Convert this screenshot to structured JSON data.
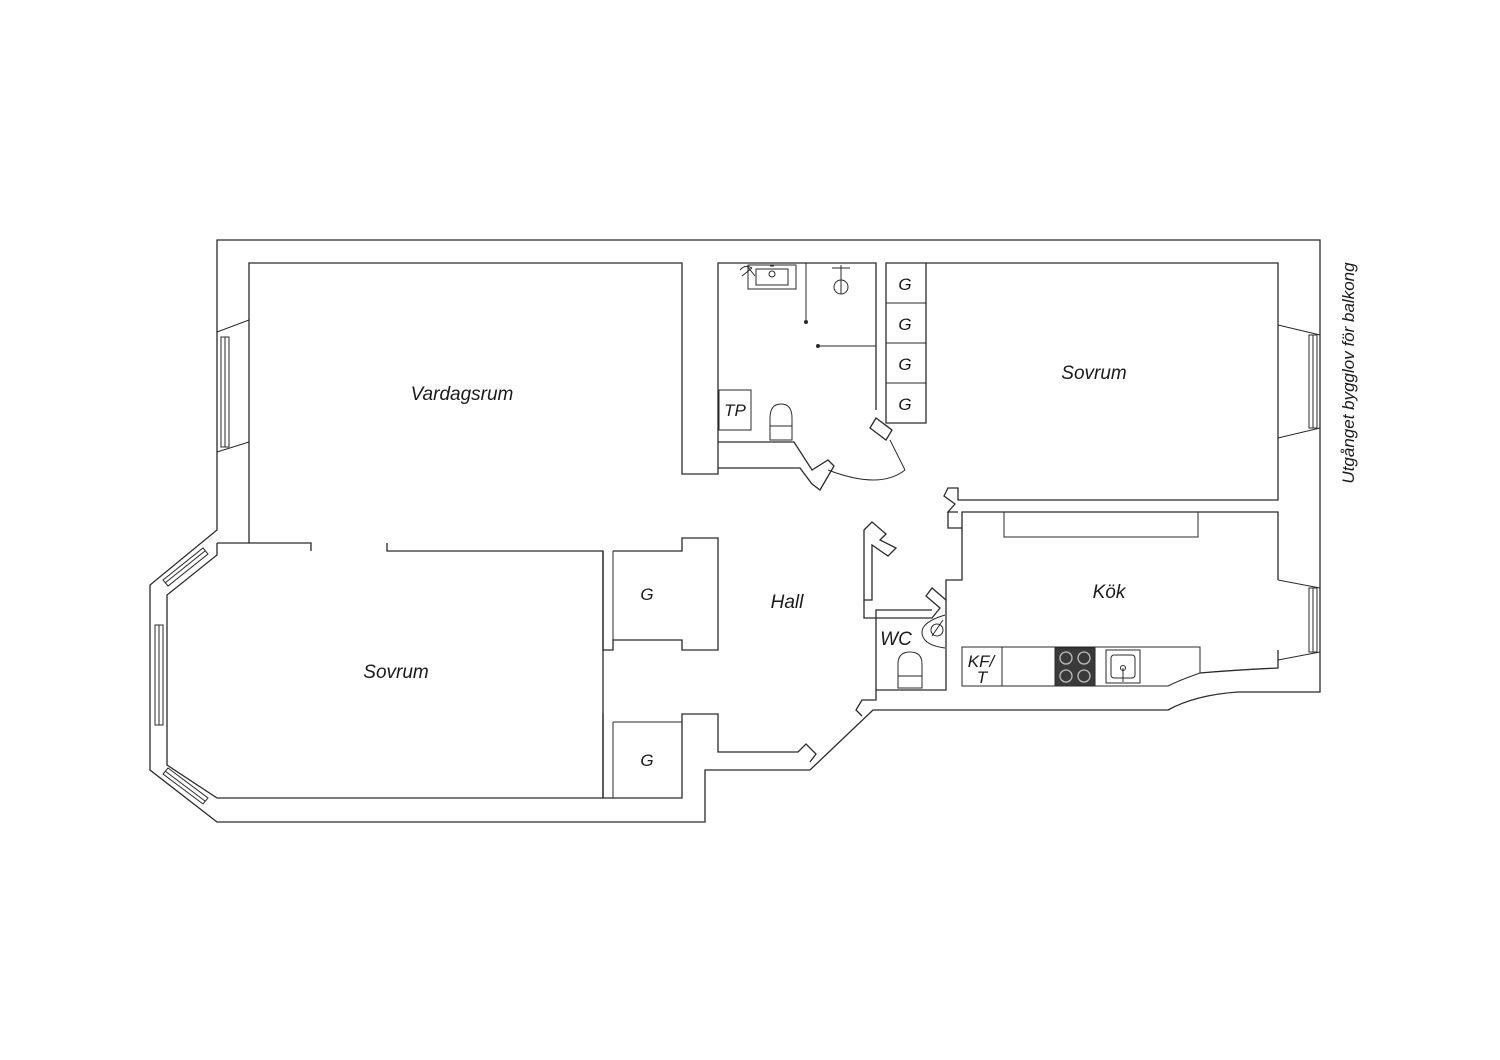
{
  "rooms": {
    "living_room": "Vardagsrum",
    "bedroom_top_right": "Sovrum",
    "bedroom_bottom_left": "Sovrum",
    "hall": "Hall",
    "kitchen": "Kök",
    "wc": "WC"
  },
  "fixtures": {
    "storage_bedroom_1": "G",
    "storage_bedroom_2": "G",
    "storage_bedroom_3": "G",
    "storage_bedroom_4": "G",
    "storage_hall_1": "G",
    "storage_hall_2": "G",
    "laundry": "TP",
    "kf_line1": "KF/",
    "kf_line2": "T"
  },
  "side_note": "Utgånget bygglov för balkong",
  "colors": {
    "line": "#2a2a2a",
    "background": "#ffffff",
    "stove": "#3a3a3a"
  }
}
